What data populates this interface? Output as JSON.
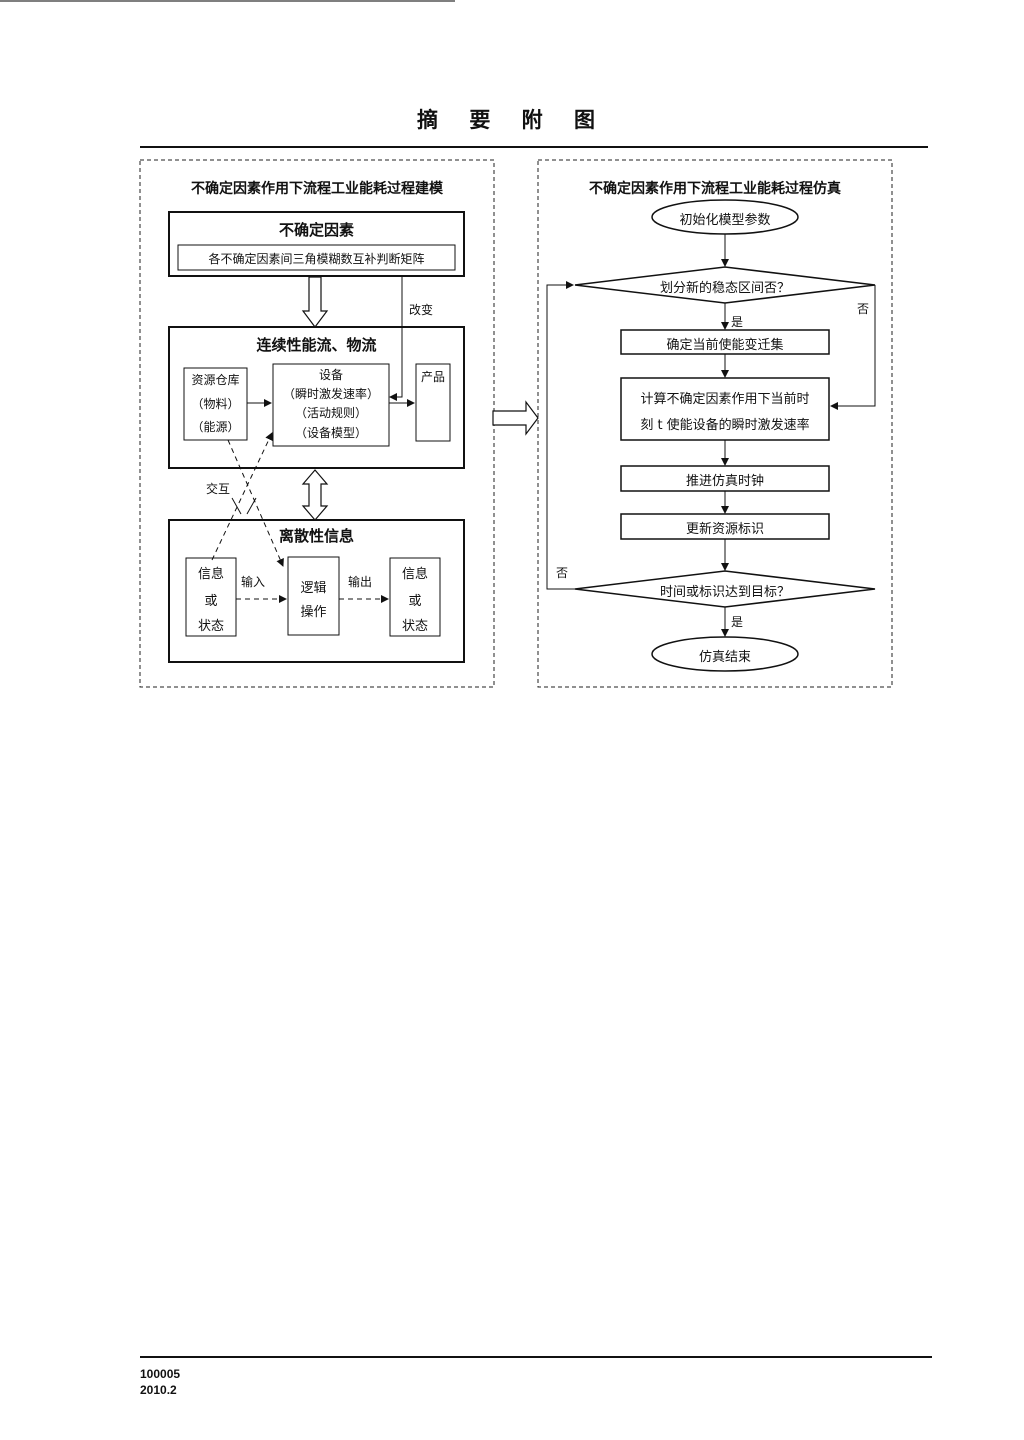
{
  "page": {
    "title": "摘 要 附 图",
    "footer_code": "100005",
    "footer_date": "2010.2"
  },
  "left_panel": {
    "title": "不确定因素作用下流程工业能耗过程建模",
    "uncertainty_box": {
      "title": "不确定因素",
      "inner": "各不确定因素间三角模糊数互补判断矩阵"
    },
    "change_label": "改变",
    "continuous_box": {
      "title": "连续性能流、物流",
      "resource": {
        "line1": "资源仓库",
        "line2": "（物料）",
        "line3": "（能源）"
      },
      "device": {
        "line1": "设备",
        "line2": "（瞬时激发速率）",
        "line3": "（活动规则）",
        "line4": "（设备模型）"
      },
      "product": "产品"
    },
    "interact_label": "交互",
    "discrete_box": {
      "title": "离散性信息",
      "info_in": {
        "line1": "信息",
        "line2": "或",
        "line3": "状态"
      },
      "input_label": "输入",
      "logic": {
        "line1": "逻辑",
        "line2": "操作"
      },
      "output_label": "输出",
      "info_out": {
        "line1": "信息",
        "line2": "或",
        "line3": "状态"
      }
    }
  },
  "right_panel": {
    "title": "不确定因素作用下流程工业能耗过程仿真",
    "start": "初始化模型参数",
    "decision1": "划分新的稳态区间否？",
    "yes1": "是",
    "no1": "否",
    "step1": "确定当前使能变迁集",
    "step2_line1": "计算不确定因素作用下当前时",
    "step2_line2": "刻 t 使能设备的瞬时激发速率",
    "step3": "推进仿真时钟",
    "step4": "更新资源标识",
    "decision2": "时间或标识达到目标？",
    "yes2": "是",
    "no2": "否",
    "end": "仿真结束"
  }
}
